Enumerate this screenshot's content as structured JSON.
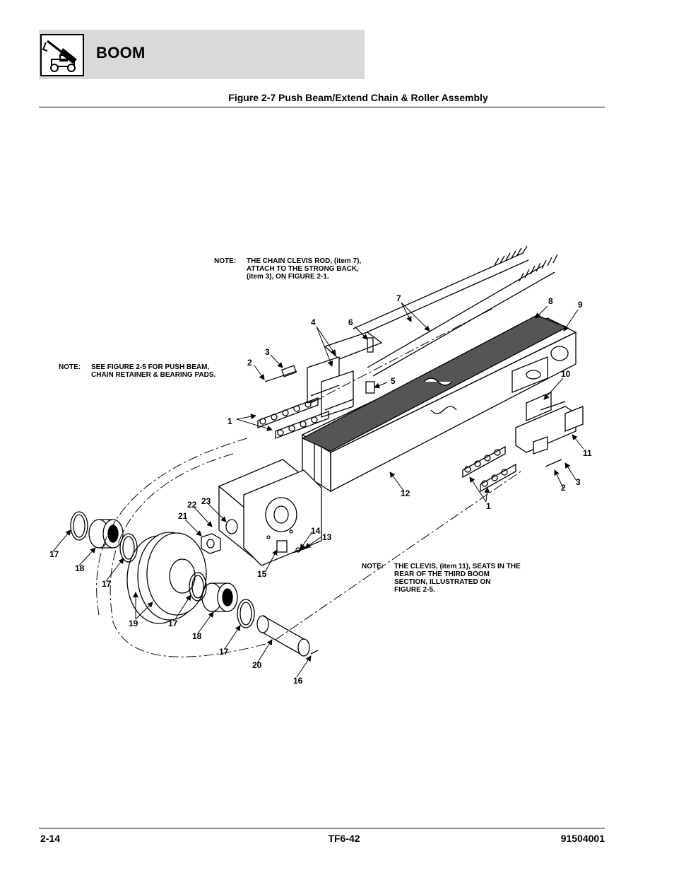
{
  "header": {
    "section": "BOOM",
    "figure_title": "Figure 2-7 Push Beam/Extend Chain & Roller Assembly"
  },
  "notes": {
    "n1": {
      "label": "NOTE:",
      "lines": [
        "THE CHAIN CLEVIS ROD, (item 7),",
        "ATTACH TO THE STRONG BACK,",
        "(item 3), ON FIGURE 2-1."
      ]
    },
    "n2": {
      "label": "NOTE:",
      "lines": [
        "SEE FIGURE 2-5 FOR PUSH BEAM,",
        "CHAIN RETAINER & BEARING PADS."
      ]
    },
    "n3": {
      "label": "NOTE:",
      "lines": [
        "THE CLEVIS, (item 11), SEATS IN THE",
        "REAR OF THE THIRD BOOM",
        "SECTION, ILLUSTRATED ON",
        "FIGURE 2-5."
      ]
    }
  },
  "callouts": [
    "1",
    "2",
    "3",
    "4",
    "5",
    "6",
    "7",
    "8",
    "9",
    "10",
    "11",
    "12",
    "13",
    "14",
    "15",
    "16",
    "17",
    "18",
    "19",
    "20",
    "21",
    "22",
    "23"
  ],
  "footer": {
    "page": "2-14",
    "model": "TF6-42",
    "doc_number": "91504001"
  },
  "colors": {
    "band": "#d9d9d9",
    "ink": "#000000",
    "bearing_pad": "#555555"
  }
}
